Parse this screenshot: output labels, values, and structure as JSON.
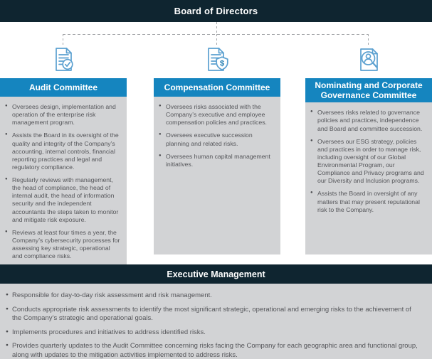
{
  "board": {
    "title": "Board of Directors"
  },
  "committees": [
    {
      "title": "Audit Committee",
      "icon": "audit-report-check-icon",
      "bullets": [
        "Oversees design, implementation and operation of the enterprise risk management program.",
        "Assists the Board in its oversight of the quality and integrity of the Company’s accounting, internal controls, financial reporting practices and legal and regulatory compliance.",
        "Regularly reviews with management, the head of compliance, the head of internal audit, the head of information security and the independent accountants the steps taken to monitor and mitigate risk exposure.",
        "Reviews at least four times a year, the Company’s cybersecurity processes for assessing key strategic, operational and compliance risks."
      ]
    },
    {
      "title": "Compensation Committee",
      "icon": "compensation-dollar-shield-icon",
      "bullets": [
        "Oversees risks associated with the Company’s executive and employee compensation policies and practices.",
        "Oversees executive succession planning and related risks.",
        "Oversees human capital management initiatives."
      ]
    },
    {
      "title": "Nominating and Corporate Governance Committee",
      "icon": "candidate-search-icon",
      "bullets": [
        "Oversees risks related to governance policies and practices, independence and Board and committee succession.",
        "Oversees our ESG strategy, policies and practices in order to manage risk, including oversight of our Global Environmental Program, our Compliance and Privacy programs and our Diversity and Inclusion programs.",
        "Assists the Board in oversight of any matters that may present reputational risk to the Company."
      ]
    }
  ],
  "executive": {
    "title": "Executive Management",
    "bullets": [
      "Responsible for day-to-day risk assessment and risk management.",
      "Conducts appropriate risk assessments to identify the most significant strategic, operational and emerging risks to the achievement of the Company’s strategic and operational goals.",
      "Implements procedures and initiatives to address identified risks.",
      "Provides quarterly updates to the Audit Committee concerning risks facing the Company for each geographic area and functional group, along with updates to the mitigation activities implemented to address risks."
    ]
  },
  "colors": {
    "dark_header_bg": "#0f2530",
    "committee_header_bg": "#1585bf",
    "panel_bg": "#d2d3d5",
    "body_text": "#55565a",
    "header_text": "#ffffff",
    "connector": "#a6a8ab",
    "icon_outline": "#5ba0d0",
    "icon_accent": "#1d7ab0"
  }
}
